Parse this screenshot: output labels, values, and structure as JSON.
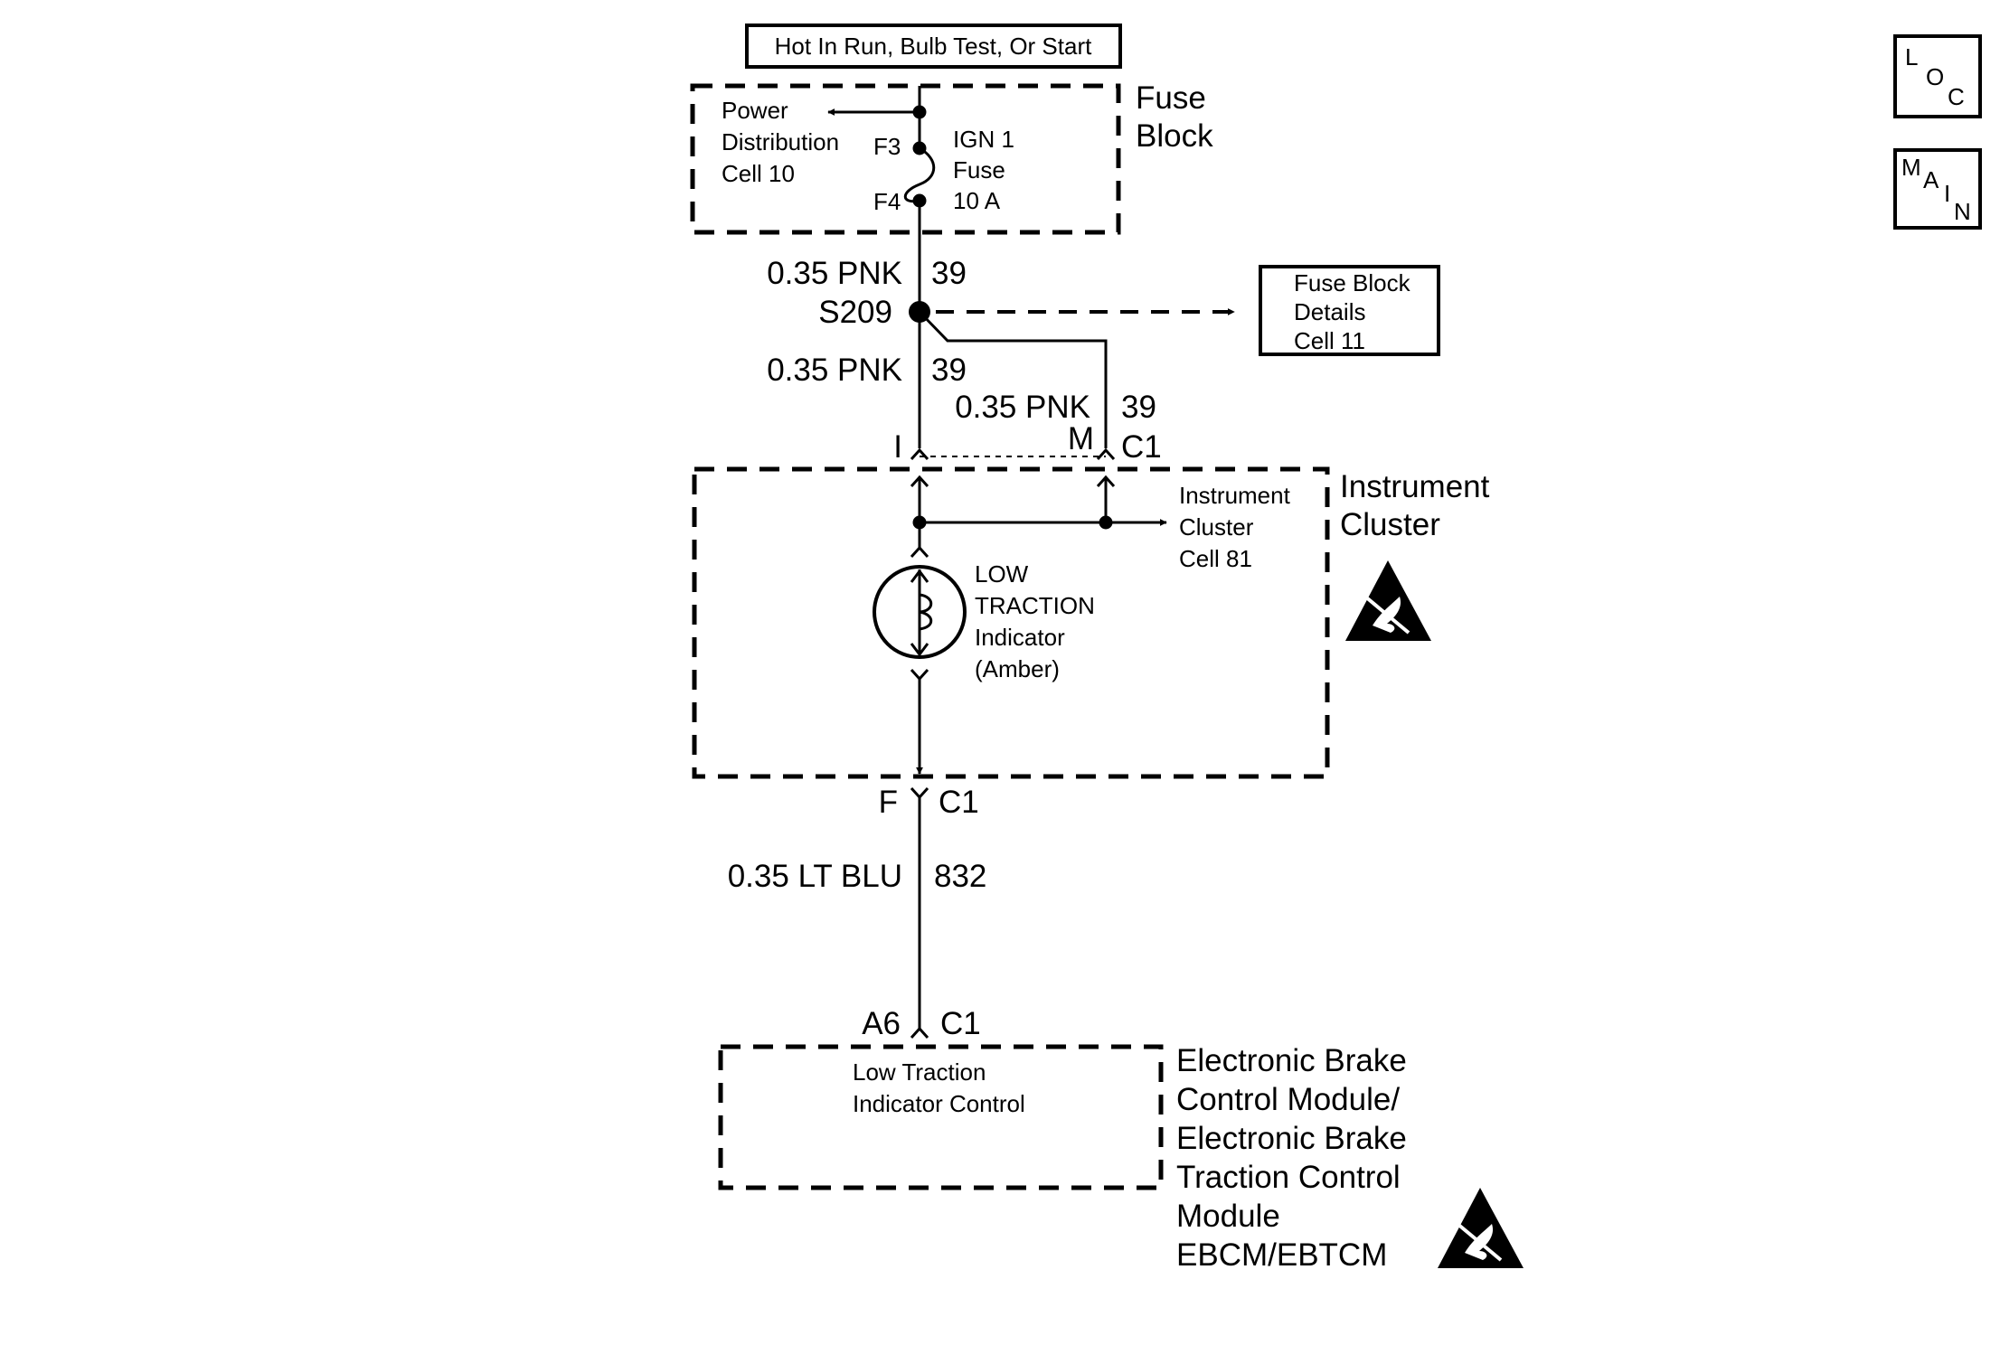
{
  "header": {
    "power_source": "Hot In Run, Bulb Test, Or Start"
  },
  "fuse_block": {
    "title_line1": "Fuse",
    "title_line2": "Block",
    "ref_line1": "Power",
    "ref_line2": "Distribution",
    "ref_line3": "Cell 10",
    "terminal_top": "F3",
    "terminal_bottom": "F4",
    "fuse_line1": "IGN 1",
    "fuse_line2": "Fuse",
    "fuse_line3": "10 A"
  },
  "wires": {
    "w1_gauge_color": "0.35 PNK",
    "w1_circuit": "39",
    "splice": "S209",
    "w2_gauge_color": "0.35 PNK",
    "w2_circuit": "39",
    "w3_gauge_color": "0.35 PNK",
    "w3_circuit": "39",
    "w4_gauge_color": "0.35 LT BLU",
    "w4_circuit": "832"
  },
  "splice_ref": {
    "line1": "Fuse Block",
    "line2": "Details",
    "line3": "Cell 11"
  },
  "connectors": {
    "cluster_pin_left": "I",
    "cluster_pin_right": "M",
    "cluster_conn_top": "C1",
    "cluster_pin_bottom": "F",
    "cluster_conn_bottom": "C1",
    "ebcm_pin": "A6",
    "ebcm_conn": "C1"
  },
  "instrument_cluster": {
    "title_line1": "Instrument",
    "title_line2": "Cluster",
    "ref_line1": "Instrument",
    "ref_line2": "Cluster",
    "ref_line3": "Cell 81",
    "lamp_line1": "LOW",
    "lamp_line2": "TRACTION",
    "lamp_line3": "Indicator",
    "lamp_line4": "(Amber)"
  },
  "ebcm": {
    "internal_line1": "Low Traction",
    "internal_line2": "Indicator Control",
    "title_line1": "Electronic Brake",
    "title_line2": "Control Module/",
    "title_line3": "Electronic Brake",
    "title_line4": "Traction Control",
    "title_line5": "Module",
    "title_line6": "EBCM/EBTCM"
  },
  "nav": {
    "loc": {
      "c1": "L",
      "c2": "O",
      "c3": "C"
    },
    "main": {
      "c1": "M",
      "c2": "A",
      "c3": "I",
      "c4": "N"
    }
  },
  "icons": {
    "esd_warning": "esd-sensitive-icon",
    "fuse": "fuse-icon",
    "lamp": "bulb-icon"
  }
}
